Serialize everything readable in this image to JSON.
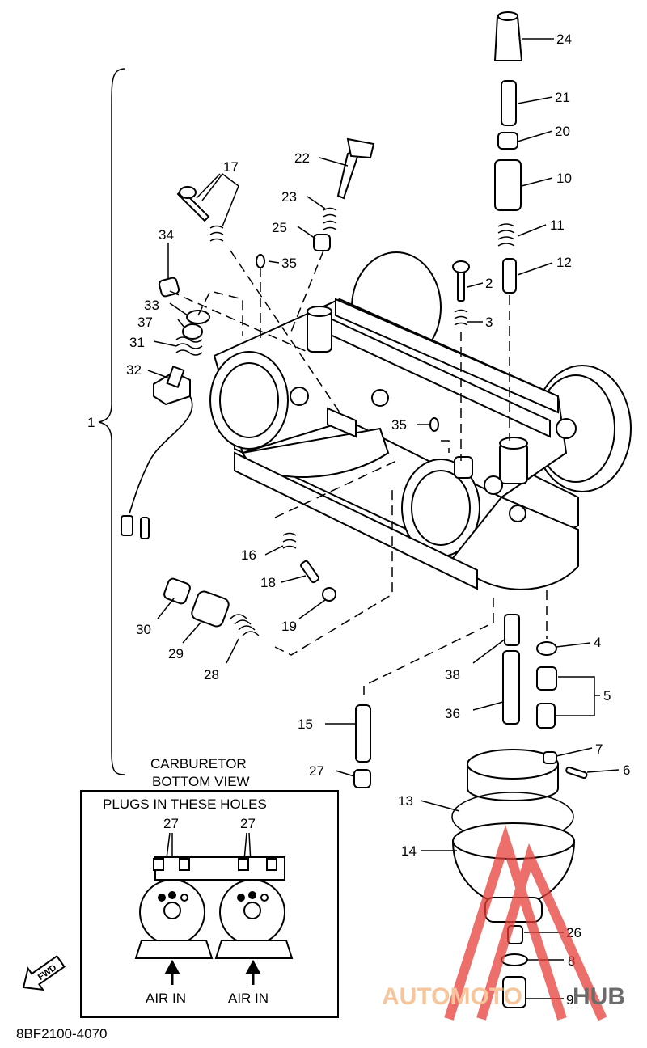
{
  "callouts": {
    "c1": "1",
    "c2": "2",
    "c3": "3",
    "c4": "4",
    "c5": "5",
    "c6": "6",
    "c7": "7",
    "c8": "8",
    "c9": "9",
    "c10": "10",
    "c11": "11",
    "c12": "12",
    "c13": "13",
    "c14": "14",
    "c15": "15",
    "c16": "16",
    "c17": "17",
    "c18": "18",
    "c19": "19",
    "c20": "20",
    "c21": "21",
    "c22": "22",
    "c23": "23",
    "c24": "24",
    "c25": "25",
    "c26": "26",
    "c27": "27",
    "c28": "28",
    "c29": "29",
    "c30": "30",
    "c31": "31",
    "c32": "32",
    "c33": "33",
    "c34": "34",
    "c35": "35",
    "c36": "36",
    "c37": "37",
    "c38": "38"
  },
  "inset": {
    "title_line1": "CARBURETOR",
    "title_line2": "BOTTOM VIEW",
    "header": "PLUGS IN THESE HOLES",
    "label_left": "27",
    "label_right": "27",
    "air_left": "AIR IN",
    "air_right": "AIR IN"
  },
  "fwd_label": "FWD",
  "part_number": "8BF2100-4070",
  "watermark": {
    "part1": "AUTOMOTO",
    "part2": "HUB",
    "color_primary": "#e8403a",
    "color_secondary": "#f3b27a"
  }
}
